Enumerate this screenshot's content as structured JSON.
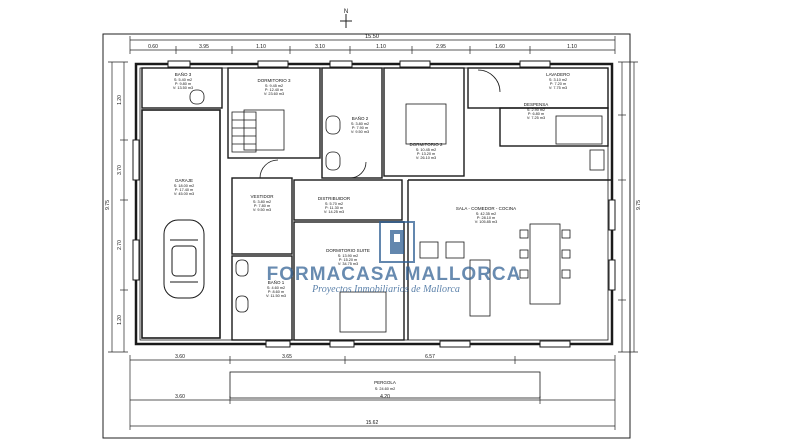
{
  "north_mark": "N",
  "dimensions": {
    "top_total": "15.50",
    "top_segments": [
      "0.60",
      "3.95",
      "1.10",
      "3.10",
      "1.10",
      "2.95",
      "1.60",
      "1.10"
    ],
    "left_total": "9.75",
    "bottom_segments": [
      "3.60",
      "3.65",
      "6.57",
      "4.20",
      "3.60"
    ],
    "bottom_total": "15.62",
    "side_segments": [
      "1.20",
      "3.70",
      "2.70",
      "1.20"
    ]
  },
  "rooms": [
    {
      "name": "BAÑO 3",
      "area": "S: 5.40 m2",
      "perimeter": "P: 9.80 m",
      "volume": "V: 13.50 m3"
    },
    {
      "name": "DORMITORIO 3",
      "area": "S: 9.45 m2",
      "perimeter": "P: 12.40 m",
      "volume": "V: 23.60 m3"
    },
    {
      "name": "BAÑO 2",
      "area": "S: 3.80 m2",
      "perimeter": "P: 7.90 m",
      "volume": "V: 9.50 m3"
    },
    {
      "name": "DORMITORIO 2",
      "area": "S: 10.45 m2",
      "perimeter": "P: 13.20 m",
      "volume": "V: 26.10 m3"
    },
    {
      "name": "LAVADERO",
      "area": "S: 3.10 m2",
      "perimeter": "P: 7.20 m",
      "volume": "V: 7.75 m3"
    },
    {
      "name": "DESPENSA",
      "area": "S: 2.90 m2",
      "perimeter": "P: 6.80 m",
      "volume": "V: 7.25 m3"
    },
    {
      "name": "GARAJE",
      "area": "S: 18.00 m2",
      "perimeter": "P: 17.40 m",
      "volume": "V: 45.00 m3"
    },
    {
      "name": "VESTIDOR",
      "area": "S: 3.80 m2",
      "perimeter": "P: 7.80 m",
      "volume": "V: 9.50 m3"
    },
    {
      "name": "DISTRIBUIDOR",
      "area": "S: 5.70 m2",
      "perimeter": "P: 11.30 m",
      "volume": "V: 14.25 m3"
    },
    {
      "name": "SALA - COMEDOR - COCINA",
      "area": "S: 42.35 m2",
      "perimeter": "P: 28.10 m",
      "volume": "V: 105.85 m3"
    },
    {
      "name": "DORMITORIO SUITE",
      "area": "S: 13.90 m2",
      "perimeter": "P: 15.20 m",
      "volume": "V: 34.75 m3"
    },
    {
      "name": "BAÑO 1",
      "area": "S: 4.60 m2",
      "perimeter": "P: 8.60 m",
      "volume": "V: 11.50 m3"
    },
    {
      "name": "PERGOLA",
      "area": "S: 24.60 m2",
      "perimeter": "",
      "volume": ""
    }
  ],
  "watermark": {
    "title": "FORMACASA MALLORCA",
    "subtitle": "Proyectos Inmobiliarios de Mallorca"
  },
  "colors": {
    "line": "#1a1a1a",
    "watermark_blue": "#2f5f93"
  }
}
